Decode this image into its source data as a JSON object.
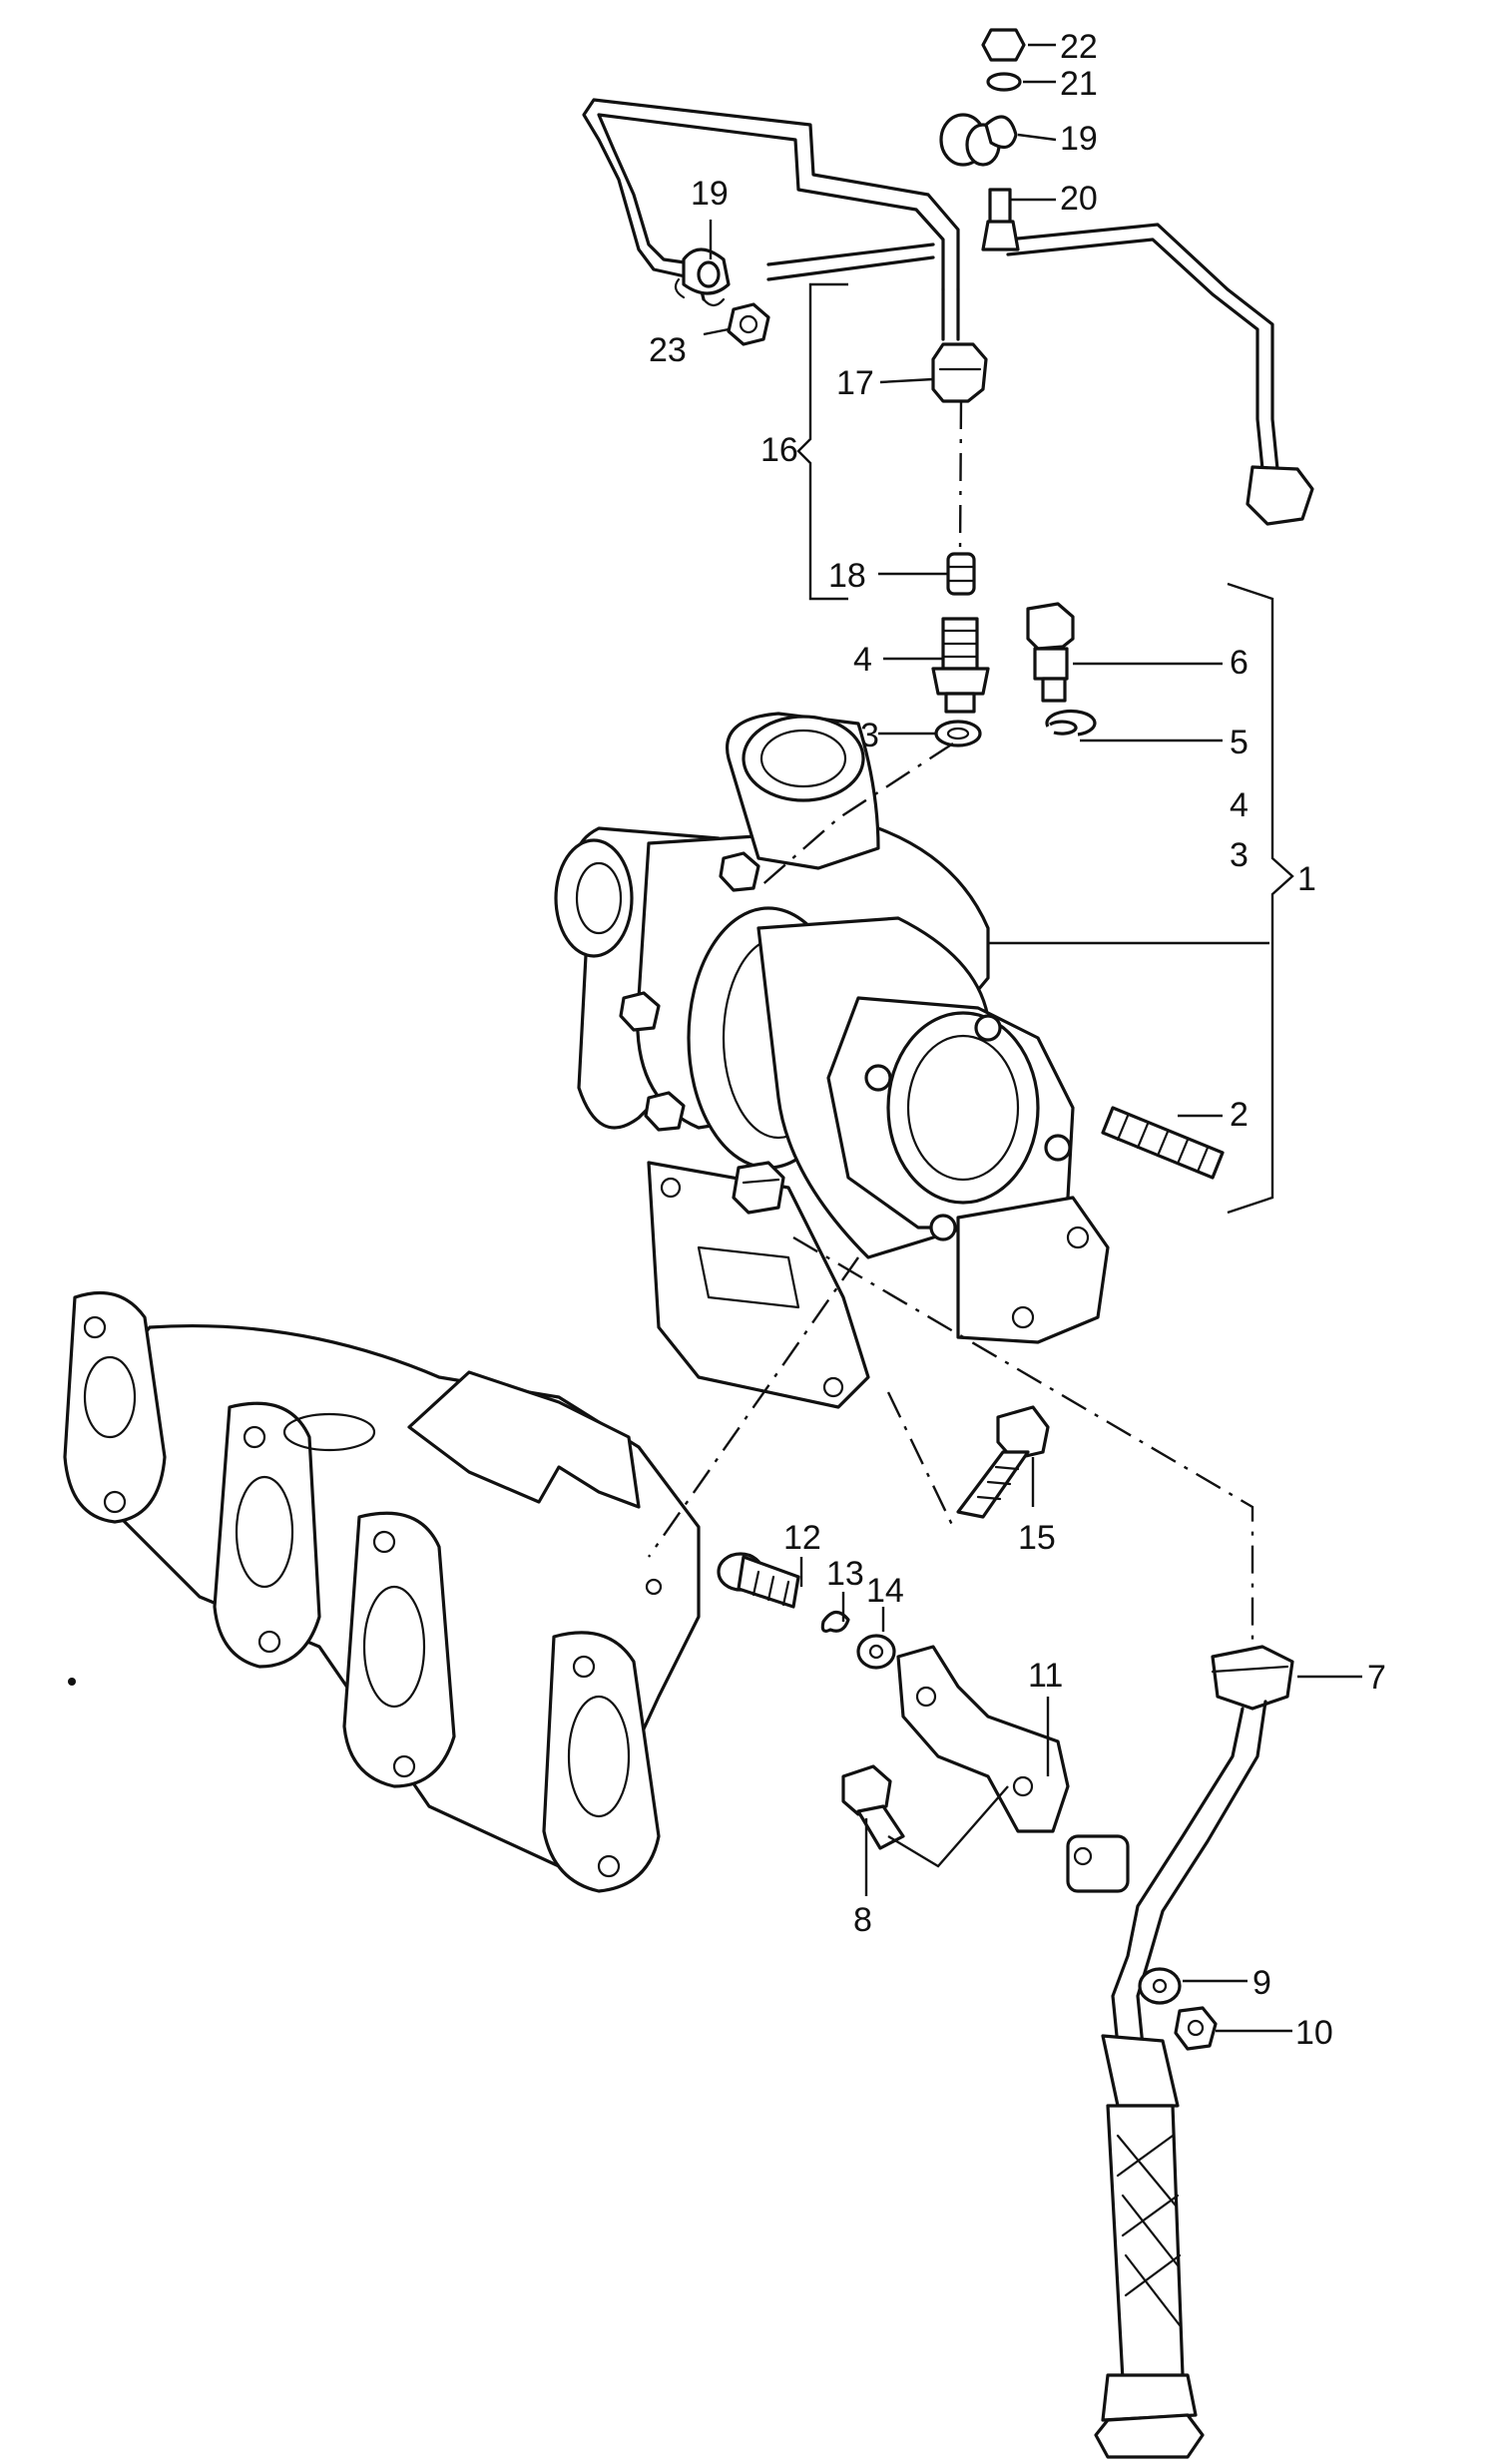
{
  "callouts": {
    "c1": "1",
    "c2": "2",
    "c3": "3",
    "c3b": "3",
    "c4": "4",
    "c4b": "4",
    "c5": "5",
    "c6": "6",
    "c7": "7",
    "c8": "8",
    "c9": "9",
    "c10": "10",
    "c11": "11",
    "c12": "12",
    "c13": "13",
    "c14": "14",
    "c15": "15",
    "c16": "16",
    "c17": "17",
    "c18": "18",
    "c19a": "19",
    "c19b": "19",
    "c20": "20",
    "c21": "21",
    "c22": "22",
    "c23": "23"
  },
  "colors": {
    "line": "#111111",
    "background": "#ffffff"
  }
}
